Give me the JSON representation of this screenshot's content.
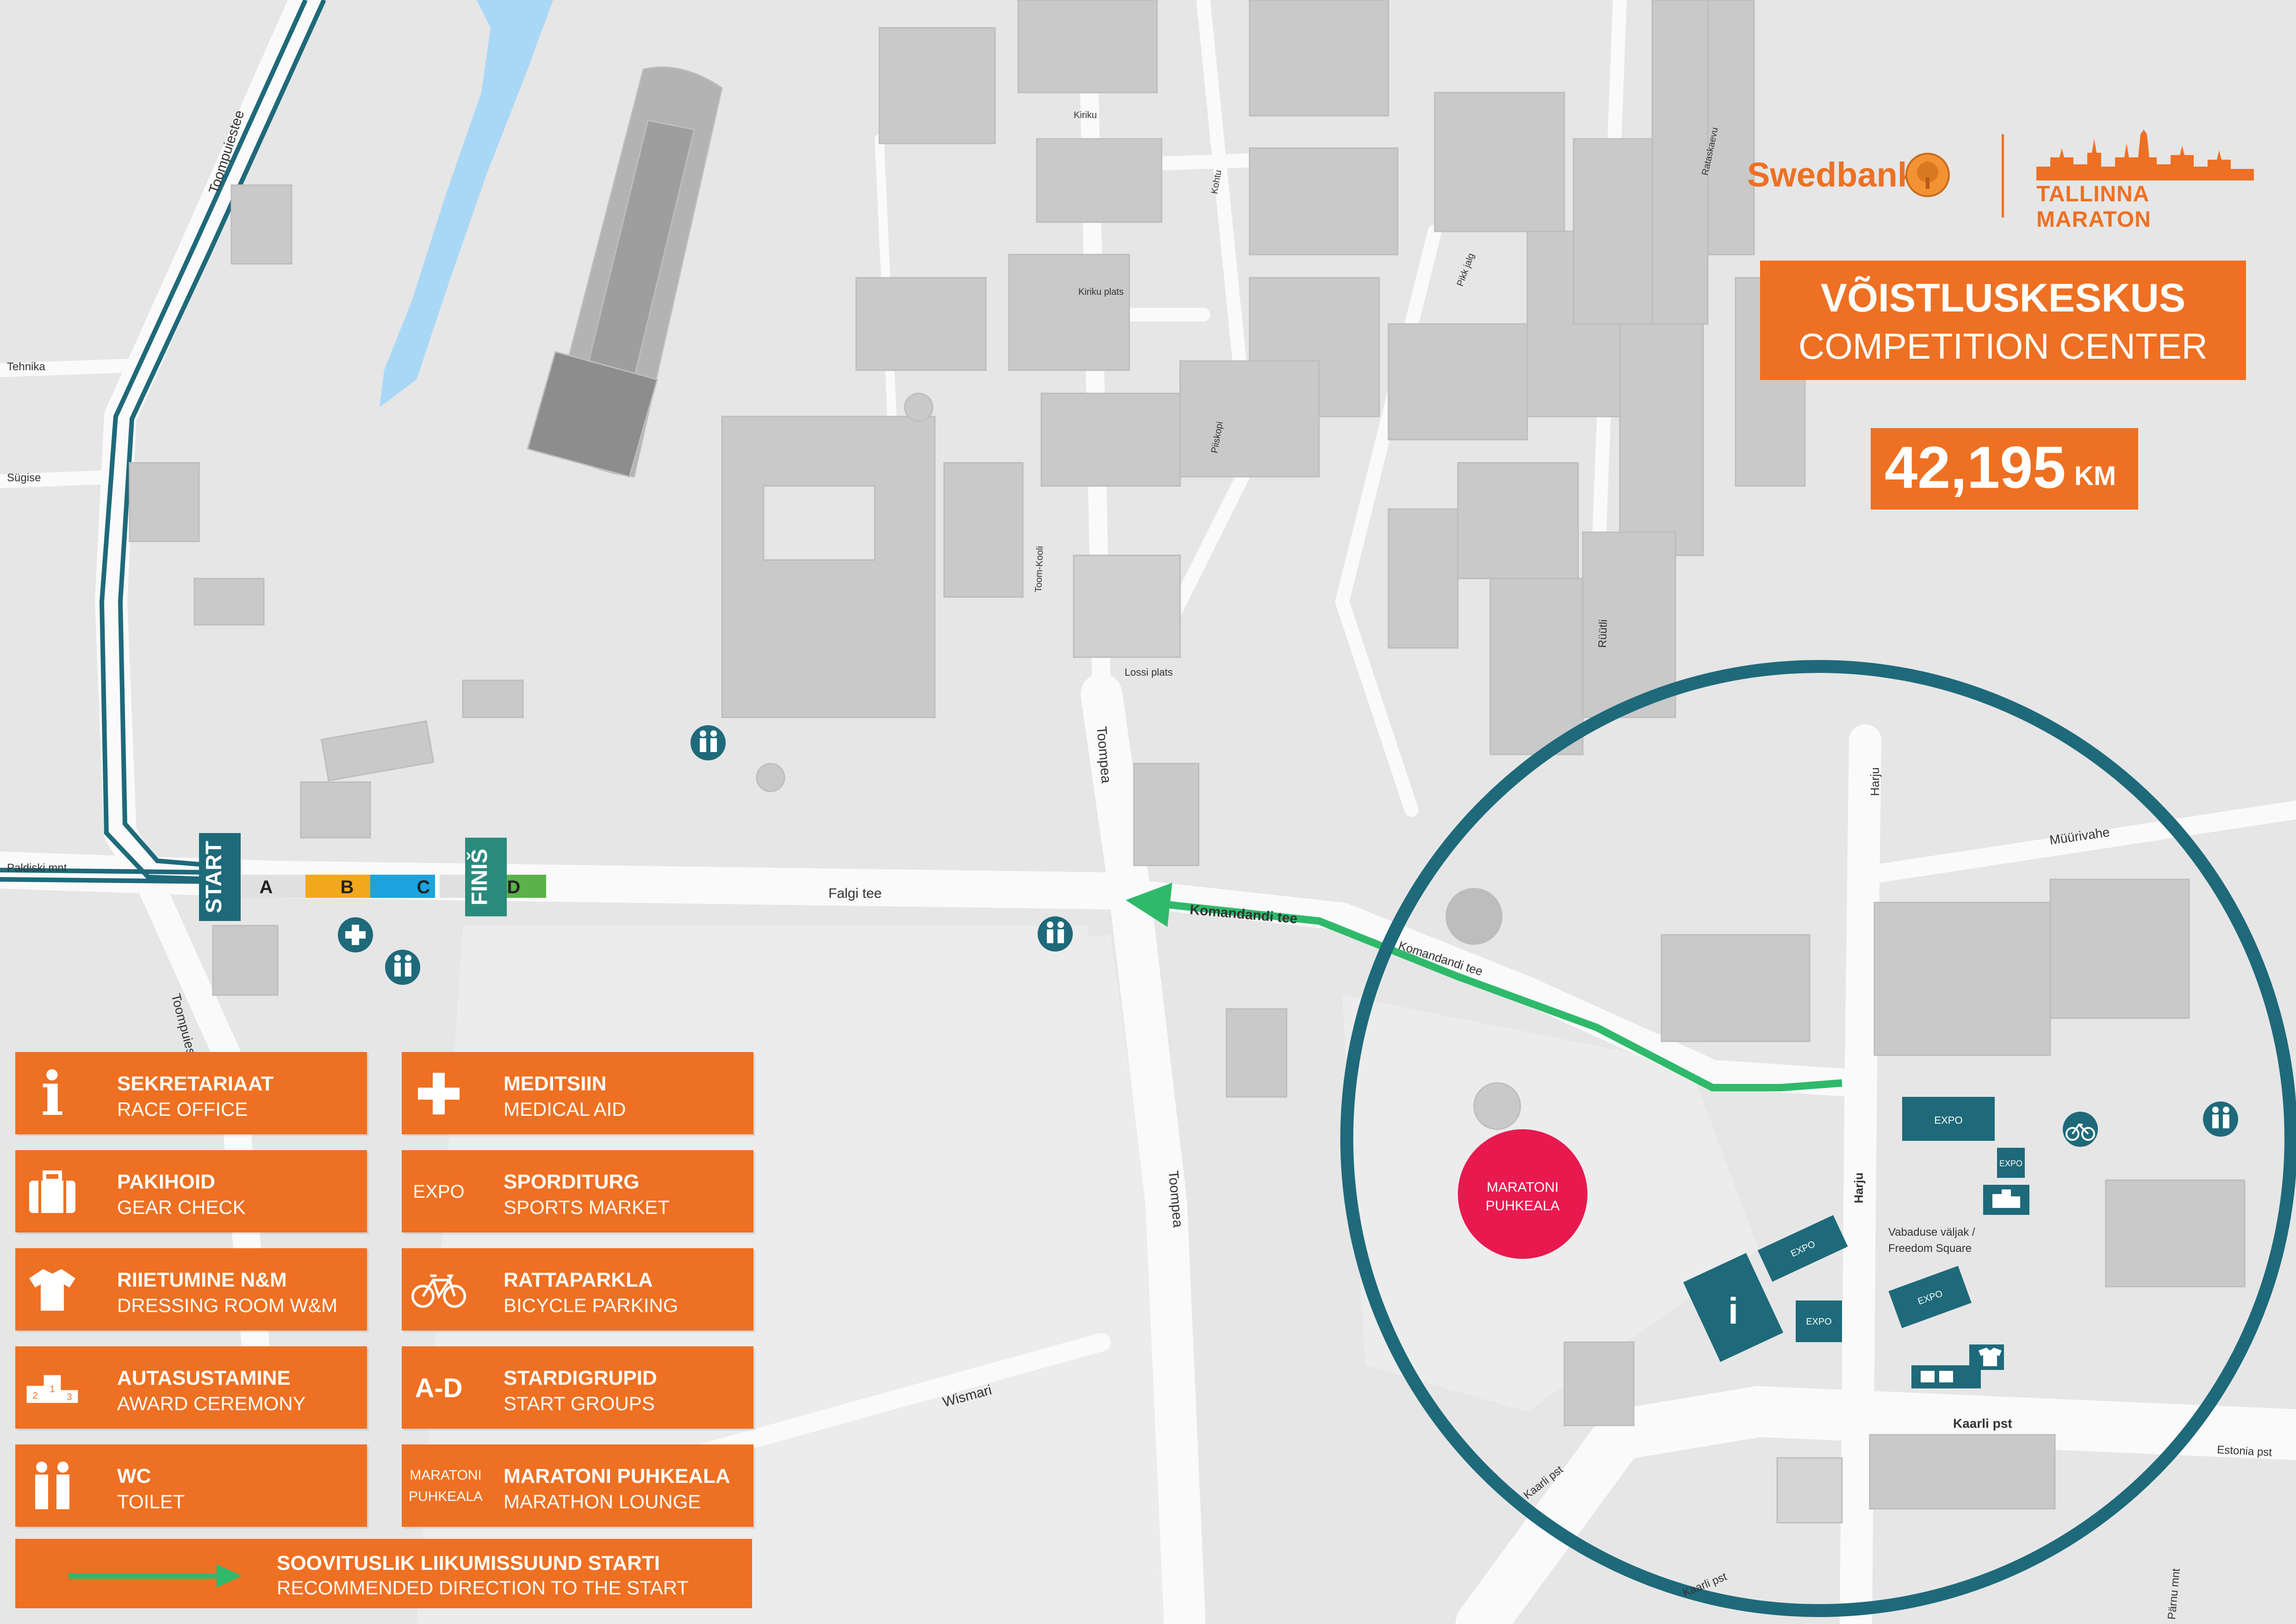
{
  "branding": {
    "sponsor": "Swedbank",
    "event": "TALLINNA MARATON"
  },
  "header": {
    "title": "VÕISTLUSKESKUS",
    "subtitle": "COMPETITION CENTER"
  },
  "distance": {
    "value": "42,195",
    "unit": "KM"
  },
  "start_finish": {
    "start": "START",
    "finish": "FINIŠ",
    "groups": [
      "A",
      "B",
      "C",
      "D"
    ]
  },
  "lounge_label": {
    "line1": "MARATONI",
    "line2": "PUHKEALA"
  },
  "map_labels": {
    "toompuiestee": "Toompuiestee",
    "toompuiestee_short": "Toompuiest",
    "tehnika": "Tehnika",
    "sugise": "Sügise",
    "paldiski": "Paldiski mnt",
    "falgi": "Falgi tee",
    "komandandi_1": "Komandandi tee",
    "komandandi_2": "Komandandi tee",
    "toompea_1": "Toompea",
    "toompea_2": "Toompea",
    "toom_kooli": "Toom-Kooli",
    "lossi_plats": "Lossi plats",
    "kiriku": "Kiriku",
    "kiriku_plats": "Kiriku plats",
    "kohtu": "Kohtu",
    "piiskopi": "Piiskopi",
    "pikk_jalg": "Pikk jalg",
    "ratasкaevu": "Rataskaevu",
    "rutli": "Rüütli",
    "harju_1": "Harju",
    "harju_2": "Harju",
    "muurivahe": "Müürivahe",
    "vabaduse": "Vabaduse väljak /",
    "freedom": "Freedom Square",
    "kaarli_1": "Kaarli pst",
    "kaarli_2": "Kaarli pst",
    "kaarli_3": "Kaarli pst",
    "estonia": "Estonia pst",
    "wismari": "Wismari",
    "parnu": "Pärnu mnt",
    "expo": "EXPO"
  },
  "legend": [
    {
      "icon": "info-icon",
      "title": "SEKRETARIAAT",
      "subtitle": "RACE OFFICE"
    },
    {
      "icon": "medical-cross-icon",
      "title": "MEDITSIIN",
      "subtitle": "MEDICAL AID"
    },
    {
      "icon": "suitcase-icon",
      "title": "PAKIHOID",
      "subtitle": "GEAR CHECK"
    },
    {
      "icon": "expo-text-icon",
      "icon_text": "EXPO",
      "title": "SPORDITURG",
      "subtitle": "SPORTS MARKET"
    },
    {
      "icon": "tshirt-icon",
      "title": "RIIETUMINE N&M",
      "subtitle": "DRESSING ROOM W&M"
    },
    {
      "icon": "bicycle-icon",
      "title": "RATTAPARKLA",
      "subtitle": "BICYCLE PARKING"
    },
    {
      "icon": "podium-icon",
      "podium_digits": [
        "2",
        "1",
        "3"
      ],
      "title": "AUTASUSTAMINE",
      "subtitle": "AWARD CEREMONY"
    },
    {
      "icon": "start-groups-text-icon",
      "icon_text": "A-D",
      "title": "STARDIGRUPID",
      "subtitle": "START GROUPS"
    },
    {
      "icon": "toilet-icon",
      "title": "WC",
      "subtitle": "TOILET"
    },
    {
      "icon": "lounge-text-icon",
      "icon_text": "MARATONI PUHKEALA",
      "icon_text_1": "MARATONI",
      "icon_text_2": "PUHKEALA",
      "title": "MARATONI PUHKEALA",
      "subtitle": "MARATHON LOUNGE"
    }
  ],
  "direction_legend": {
    "title": "SOOVITUSLIK LIIKUMISSUUND STARTI",
    "subtitle": "RECOMMENDED DIRECTION TO THE START"
  },
  "colors": {
    "accent_orange": "#ee7023",
    "teal": "#1e6a7a",
    "route_green": "#2fba6b",
    "lounge_red": "#e8194f",
    "building": "#c9c9c9",
    "background": "#e6e6e6",
    "water": "#a8d8f5",
    "group_a": "#e0e0e0",
    "group_b": "#f3a81b",
    "group_c": "#1ca3de",
    "group_d": "#5bb24a"
  }
}
